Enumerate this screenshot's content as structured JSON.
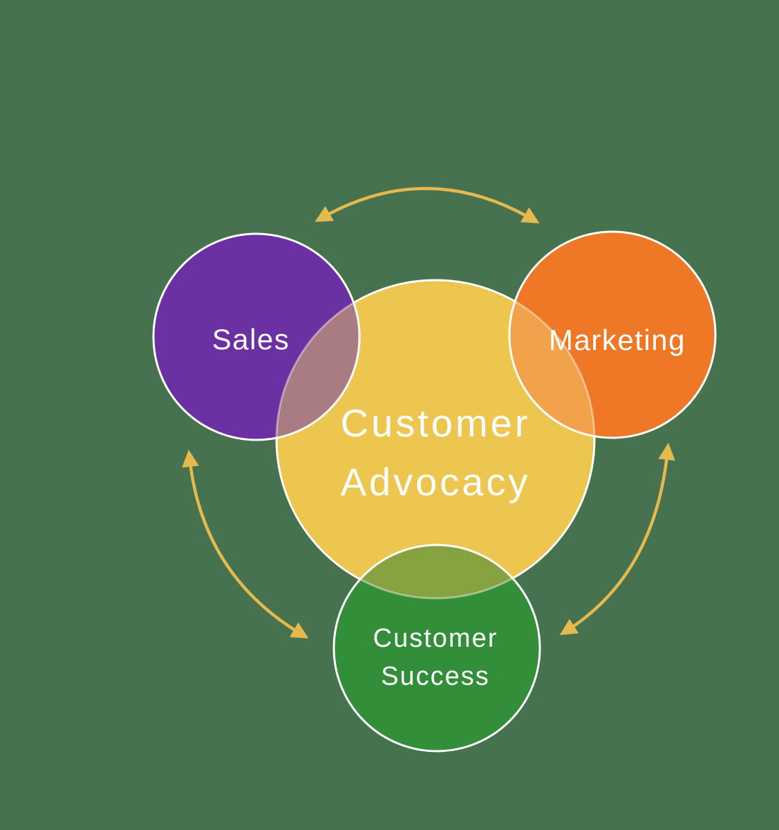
{
  "page": {
    "background_color": "#46724F"
  },
  "diagram": {
    "type": "venn-relationship",
    "center": {
      "id": "customer-advocacy",
      "label_line1": "Customer",
      "label_line2": "Advocacy",
      "color": "#EDC64F"
    },
    "nodes": {
      "sales": {
        "label": "Sales",
        "color": "#6B30A1"
      },
      "marketing": {
        "label": "Marketing",
        "color": "#EE7825"
      },
      "success": {
        "label_line1": "Customer",
        "label_line2": "Success",
        "color": "#338E3A"
      }
    },
    "overlaps": {
      "sales_center": "#A97C84",
      "marketing_center": "#F2A24B",
      "success_center": "#87A341"
    },
    "arrows": {
      "color": "#E4B94E",
      "connections": [
        "sales-marketing",
        "sales-customer-success",
        "marketing-customer-success"
      ]
    },
    "stroke_color": "#FFFFFF",
    "text_color": "#FFFFFF"
  }
}
